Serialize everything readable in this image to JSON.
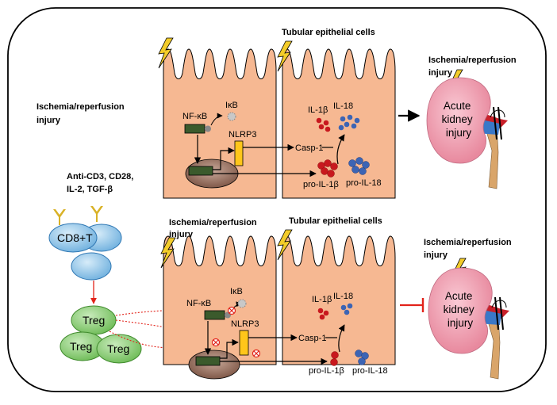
{
  "top_panel": {
    "cells_title": "Tubular epithelial cells",
    "injury_left": [
      "Ischemia/reperfusion",
      "injury"
    ],
    "injury_right": [
      "Ischemia/reperfusion",
      "injury"
    ],
    "nfkb": "NF-κB",
    "ikb": "IκB",
    "nlrp3": "NLRP3",
    "casp1": "Casp-1",
    "il1b": "IL-1β",
    "il18": "IL-18",
    "pro_il1b": "pro-IL-1β",
    "pro_il18": "pro-IL-18",
    "kidney": [
      "Acute",
      "kidney",
      "injury"
    ]
  },
  "bottom_panel": {
    "cells_title": "Tubular epithelial cells",
    "injury_left": [
      "Ischemia/reperfusion",
      "injury"
    ],
    "injury_right": [
      "Ischemia/reperfusion",
      "injury"
    ],
    "nfkb": "NF-κB",
    "ikb": "IκB",
    "nlrp3": "NLRP3",
    "casp1": "Casp-1",
    "il1b": "IL-1β",
    "il18": "IL-18",
    "pro_il1b": "pro-IL-1β",
    "pro_il18": "pro-IL-18",
    "kidney": [
      "Acute",
      "kidney",
      "injury"
    ]
  },
  "stimulation": [
    "Anti-CD3, CD28,",
    "IL-2, TGF-β"
  ],
  "cd8": "CD8+T",
  "treg": [
    "Treg",
    "Treg",
    "Treg"
  ],
  "colors": {
    "cell_fill": "#f6b892",
    "nucleus": "#9a7060",
    "nlrp3": "#ffc61a",
    "tcell": "#8fc6e8",
    "treg": "#8fcf78",
    "kidney": "#f2a9b9",
    "il1b": "#c8181e",
    "il18": "#3c64b4",
    "inhibit": "#e2231a",
    "bolt": "#f3cc2a"
  }
}
